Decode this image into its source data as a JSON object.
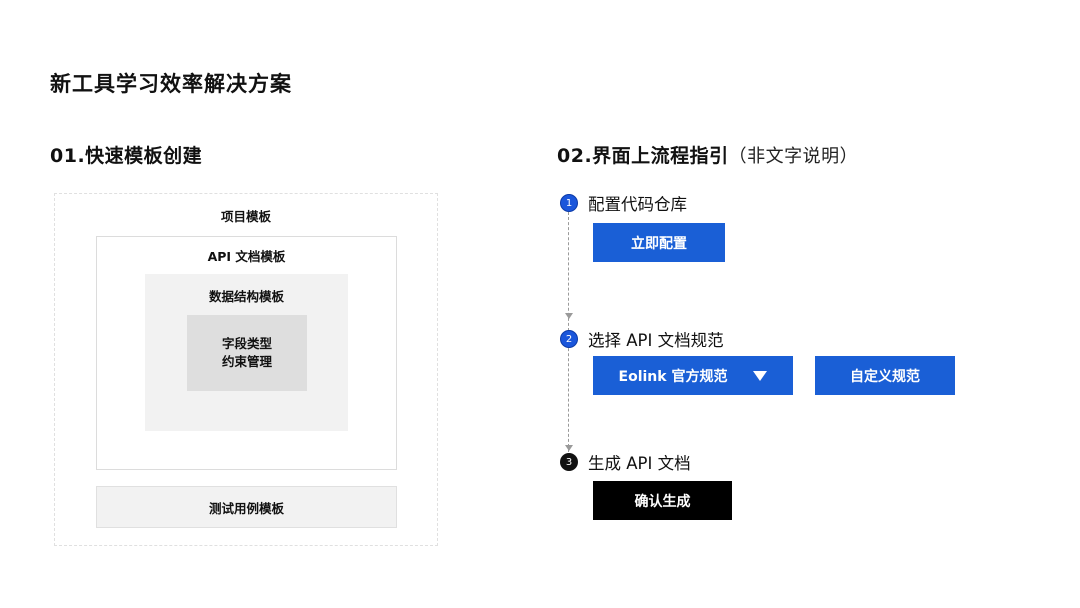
{
  "page": {
    "title": "新工具学习效率解决方案"
  },
  "section1": {
    "title": "01.快速模板创建",
    "boxes": {
      "project": "项目模板",
      "api_doc": "API 文档模板",
      "data_structure": "数据结构模板",
      "field_line1": "字段类型",
      "field_line2": "约束管理",
      "test_case": "测试用例模板"
    }
  },
  "section2": {
    "title": "02.界面上流程指引",
    "subtitle": "（非文字说明）",
    "steps": [
      {
        "number": "1",
        "label": "配置代码仓库",
        "button": "立即配置"
      },
      {
        "number": "2",
        "label": "选择 API 文档规范",
        "dropdown": "Eolink 官方规范",
        "button": "自定义规范"
      },
      {
        "number": "3",
        "label": "生成 API 文档",
        "button": "确认生成"
      }
    ]
  },
  "colors": {
    "accent": "#1a5fd6",
    "dark": "#000000"
  },
  "icons": {
    "dropdown": "caret-down-icon",
    "connector": "arrow-down-icon"
  }
}
